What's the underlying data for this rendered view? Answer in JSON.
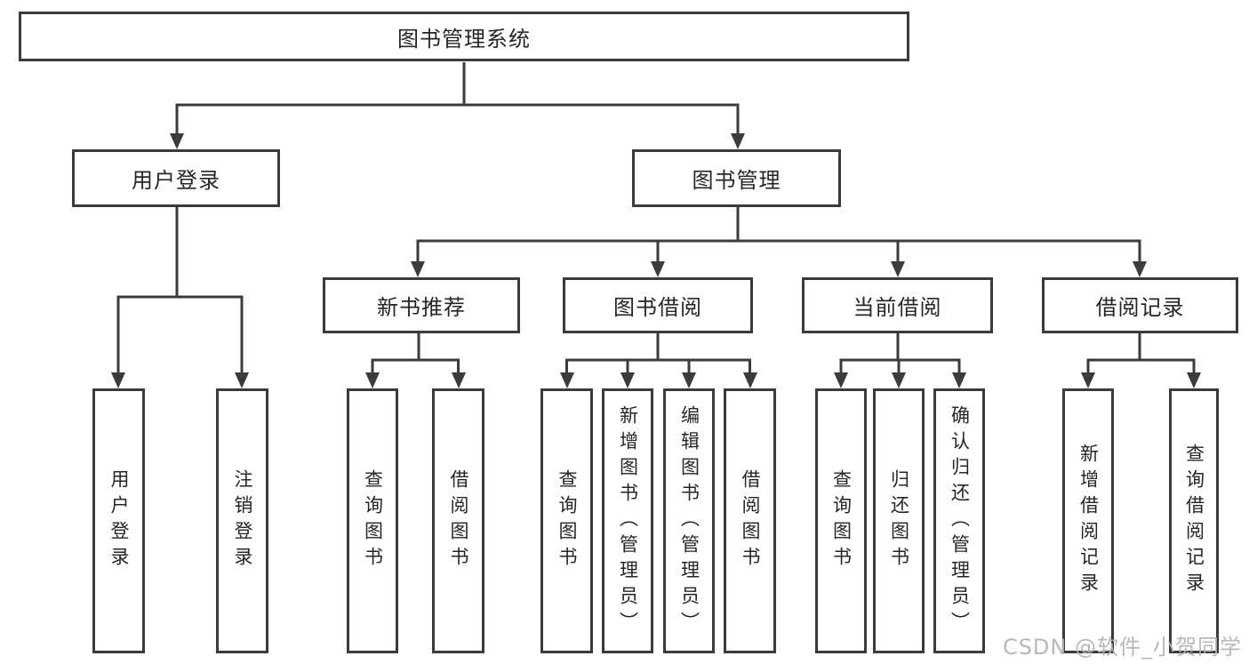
{
  "tree": {
    "root": {
      "label": "图书管理系统"
    },
    "level2": [
      {
        "label": "用户登录",
        "children": [
          {
            "label": "用户登录"
          },
          {
            "label": "注销登录"
          }
        ]
      },
      {
        "label": "图书管理",
        "children": [
          {
            "label": "新书推荐",
            "children": [
              {
                "label": "查询图书"
              },
              {
                "label": "借阅图书"
              }
            ]
          },
          {
            "label": "图书借阅",
            "children": [
              {
                "label": "查询图书"
              },
              {
                "label": "新增图书（管理员）"
              },
              {
                "label": "编辑图书（管理员）"
              },
              {
                "label": "借阅图书"
              }
            ]
          },
          {
            "label": "当前借阅",
            "children": [
              {
                "label": "查询图书"
              },
              {
                "label": "归还图书"
              },
              {
                "label": "确认归还（管理员）"
              }
            ]
          },
          {
            "label": "借阅记录",
            "children": [
              {
                "label": "新增借阅记录"
              },
              {
                "label": "查询借阅记录"
              }
            ]
          }
        ]
      }
    ]
  },
  "watermark": {
    "text": "CSDN @软件_小贺同学"
  },
  "colors": {
    "line": "#3b3b3b",
    "text": "#262626",
    "background": "#ffffff",
    "watermark": "#b3b3b3"
  }
}
